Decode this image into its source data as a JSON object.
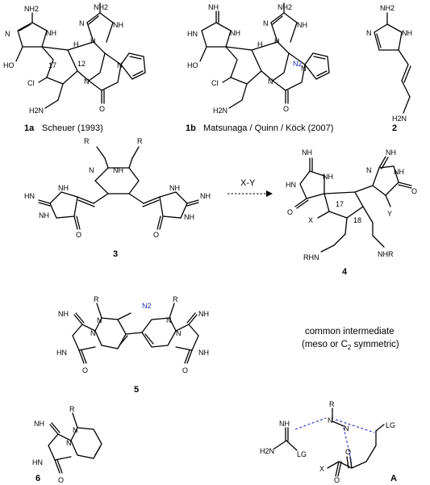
{
  "compounds": {
    "c1a": {
      "number": "1a",
      "credit": "Scheuer (1993)"
    },
    "c1b": {
      "number": "1b",
      "credit": "Matsunaga / Quinn / Köck (2007)"
    },
    "c2": {
      "number": "2"
    },
    "c3": {
      "number": "3"
    },
    "c4": {
      "number": "4"
    },
    "c5": {
      "number": "5"
    },
    "c6": {
      "number": "6"
    },
    "cA": {
      "number": "A"
    }
  },
  "atoms": {
    "nh2": "NH2",
    "nh": "NH",
    "n": "N",
    "ho": "HO",
    "cl": "Cl",
    "h2n": "H2N",
    "o": "O",
    "h": "H",
    "hn": "HN",
    "nh_imine": "NH",
    "n2": "N2",
    "r": "R",
    "rhn": "RHN",
    "nhr": "NHR",
    "x": "X",
    "y": "Y",
    "lg": "LG",
    "c17": "17",
    "c18": "18",
    "c12": "12"
  },
  "reaction_arrow": {
    "label": "X-Y"
  },
  "intermediate_note": {
    "line1": "common intermediate",
    "line2_pre": "(meso or C",
    "line2_sub": "2",
    "line2_post": " symmetric)"
  },
  "colors": {
    "bond": "#000000",
    "highlight": "#1a2fb8",
    "hbond": "#2233bb"
  }
}
